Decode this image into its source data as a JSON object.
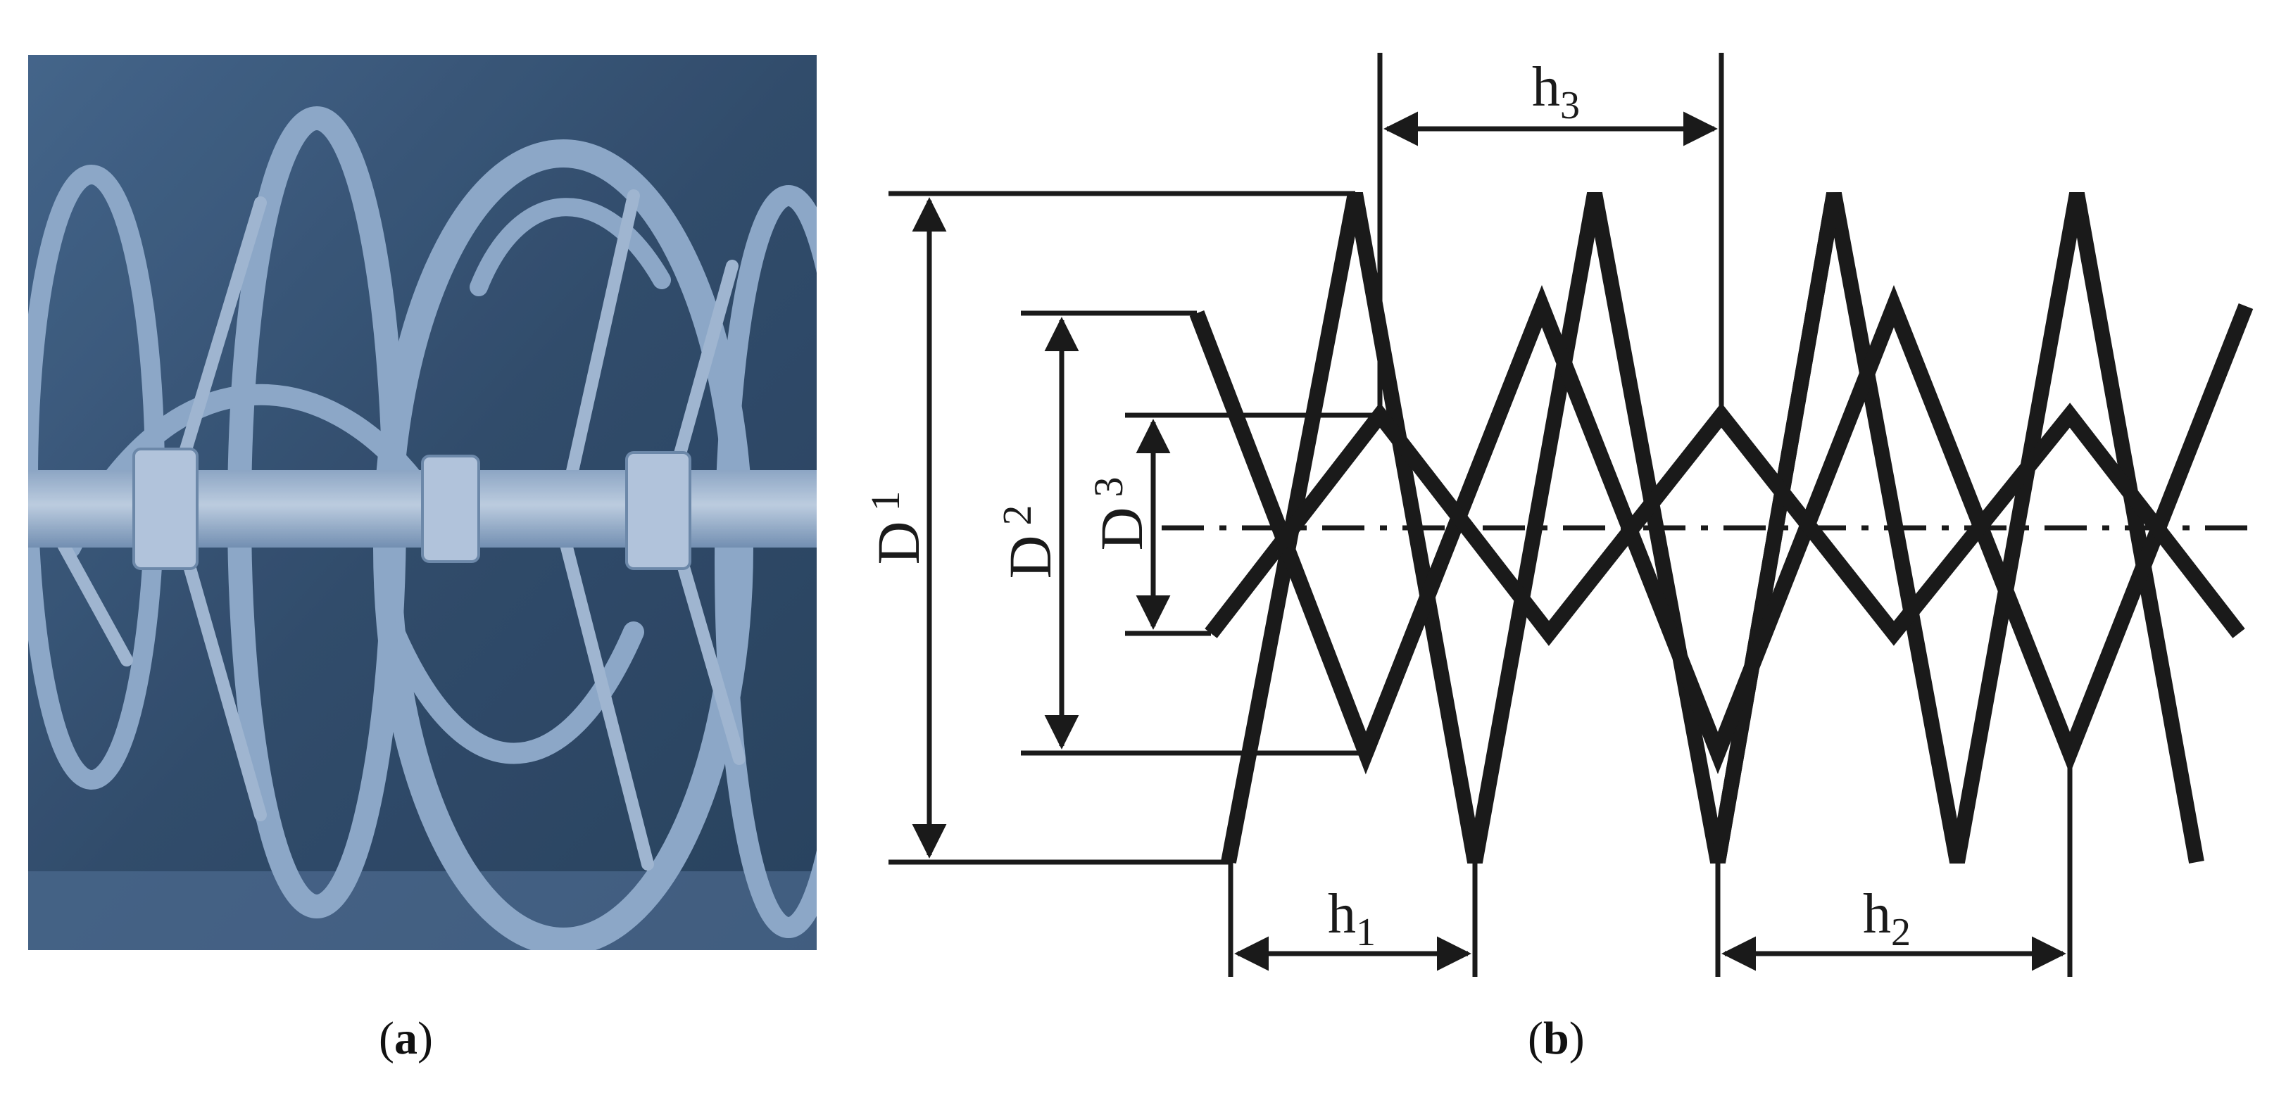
{
  "panel_a": {
    "caption_open": "(",
    "caption_letter": "a",
    "caption_close": ")"
  },
  "panel_b": {
    "caption_open": "(",
    "caption_letter": "b",
    "caption_close": ")",
    "labels": {
      "D1": {
        "main": "D",
        "sub": "1"
      },
      "D2": {
        "main": "D",
        "sub": "2"
      },
      "D3": {
        "main": "D",
        "sub": "3"
      },
      "h1": {
        "main": "h",
        "sub": "1"
      },
      "h2": {
        "main": "h",
        "sub": "2"
      },
      "h3": {
        "main": "h",
        "sub": "3"
      }
    }
  },
  "colors": {
    "ink": "#1a1a1a",
    "photo_bg": "#3a5878",
    "ribbon": "#9cb8d8",
    "shaft": "#b8cde6"
  }
}
